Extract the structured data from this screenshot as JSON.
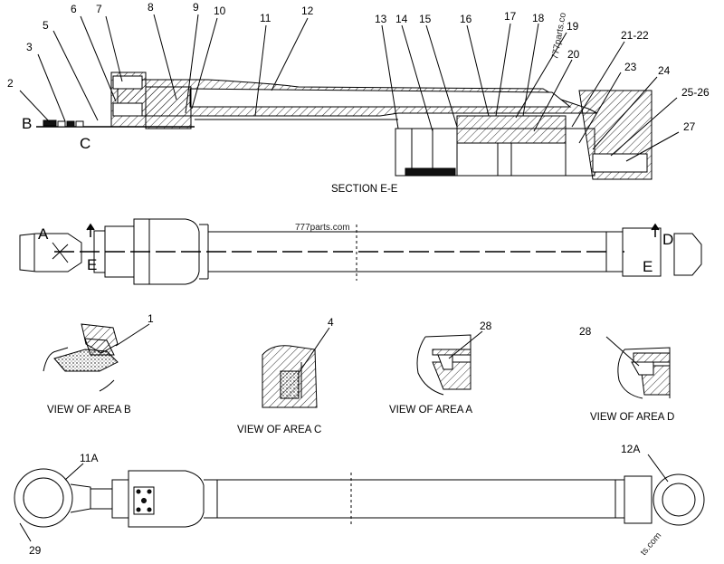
{
  "section": {
    "callouts": [
      "2",
      "3",
      "5",
      "6",
      "7",
      "8",
      "9",
      "10",
      "11",
      "12",
      "13",
      "14",
      "15",
      "16",
      "17",
      "18",
      "19",
      "20",
      "21-22",
      "23",
      "24",
      "25-26",
      "27"
    ],
    "letters": [
      "B",
      "C"
    ],
    "caption": "SECTION E-E",
    "watermark": "777parts.co"
  },
  "middle": {
    "letters": [
      "A",
      "E",
      "D",
      "E"
    ],
    "watermark": "777parts.com"
  },
  "views": [
    {
      "callout": "1",
      "caption": "VIEW OF AREA B"
    },
    {
      "callout": "4",
      "caption": "VIEW OF AREA C"
    },
    {
      "callout": "28",
      "caption": "VIEW OF AREA A"
    },
    {
      "callout": "28",
      "caption": "VIEW OF AREA D"
    }
  ],
  "bottom": {
    "callouts": [
      "11A",
      "12A",
      "29"
    ],
    "watermark": "ts.com"
  }
}
